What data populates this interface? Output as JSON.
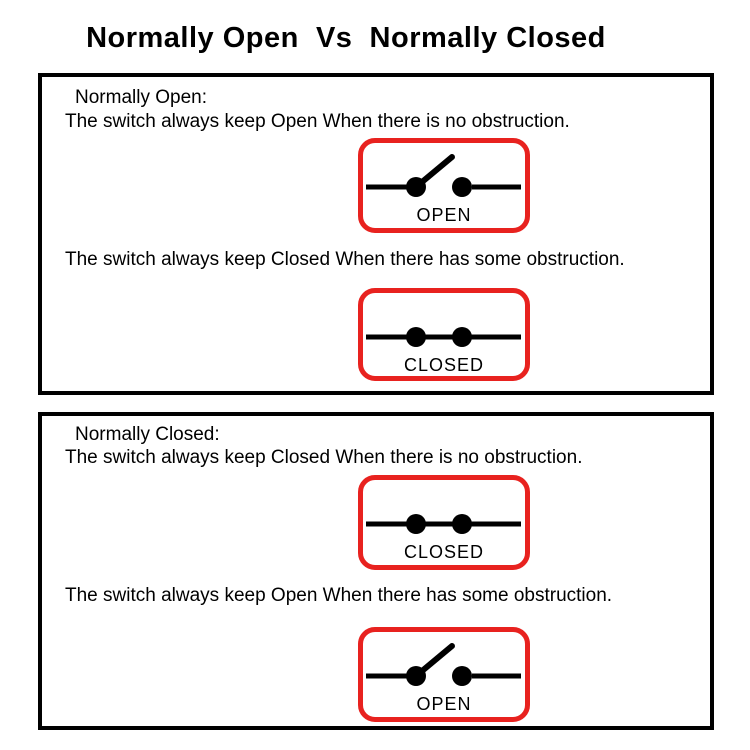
{
  "title": "Normally Open  Vs  Normally Closed",
  "colors": {
    "accent_red": "#e8221f",
    "ink": "#000000",
    "panel_border": "#000000",
    "background": "#ffffff"
  },
  "sections": [
    {
      "heading": "Normally Open:",
      "line_no_obstruction": "The switch always keep Open When there is no obstruction.",
      "line_obstruction": "The switch always keep Closed When there has some obstruction.",
      "cards": [
        {
          "label": "OPEN",
          "state": "open",
          "icon": "open-switch-icon"
        },
        {
          "label": "CLOSED",
          "state": "closed",
          "icon": "closed-switch-icon"
        }
      ]
    },
    {
      "heading": "Normally Closed:",
      "line_no_obstruction": "The switch always keep Closed When there is no obstruction.",
      "line_obstruction": "The switch always keep Open When there has some obstruction.",
      "cards": [
        {
          "label": "CLOSED",
          "state": "closed",
          "icon": "closed-switch-icon"
        },
        {
          "label": "OPEN",
          "state": "open",
          "icon": "open-switch-icon"
        }
      ]
    }
  ]
}
